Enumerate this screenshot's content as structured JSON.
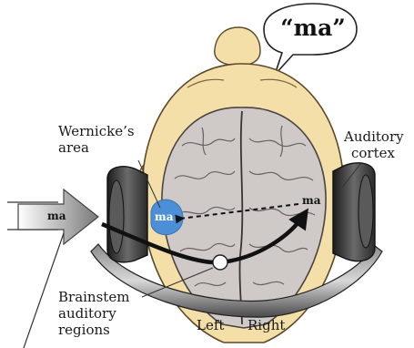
{
  "speech": {
    "text": "“ma”"
  },
  "labels": {
    "wernicke_line1": "Wernicke’s",
    "wernicke_line2": "area",
    "auditory_line1": "Auditory",
    "auditory_line2": "cortex",
    "brainstem_line1": "Brainstem",
    "brainstem_line2": "auditory",
    "brainstem_line3": "regions",
    "left": "Left",
    "right": "Right"
  },
  "arrow_labels": {
    "input": "ma",
    "wernicke_blob": "ma",
    "cortex": "ma"
  },
  "colors": {
    "skin": "#f5dfa8",
    "skin_outline": "#5a4a2a",
    "brain": "#cfc9c7",
    "wernicke_blob": "#4d8fd6",
    "headphone": "#3a3a3a"
  }
}
